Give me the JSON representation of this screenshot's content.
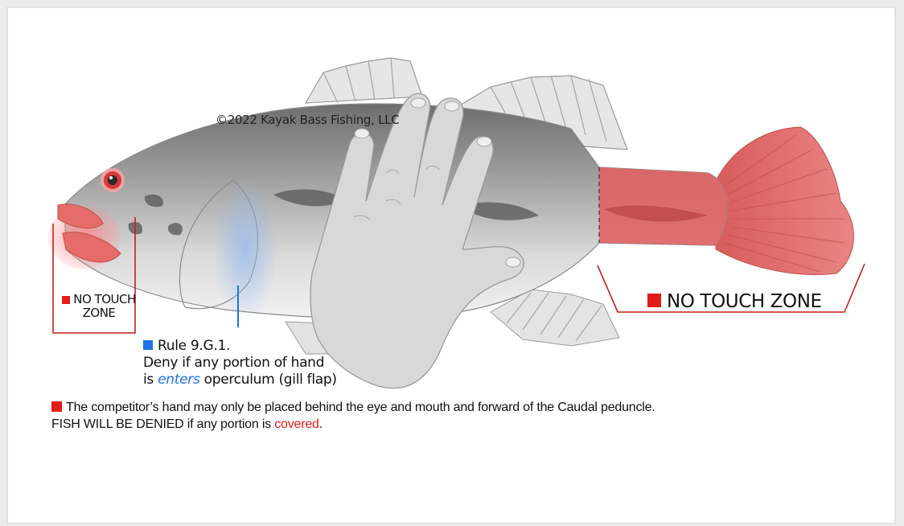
{
  "watermark": "©2022 Kayak Bass Fishing, LLC",
  "head_zone": {
    "line1": "NO TOUCH",
    "line2": "ZONE"
  },
  "tail_zone": {
    "label": "NO TOUCH ZONE"
  },
  "rule": {
    "title": "Rule 9.G.1.",
    "line1": "Deny if any portion of hand",
    "line2_prefix": "is ",
    "line2_emphasis": "enters",
    "line2_suffix": " operculum (gill flap)"
  },
  "note": {
    "line1": "The competitor’s hand may only be placed behind the eye and mouth and forward of the Caudal peduncle.",
    "line2_prefix": "FISH WILL BE DENIED if any portion is ",
    "line2_emphasis": "covered",
    "line2_suffix": "."
  },
  "colors": {
    "no_touch_red": "#e41b17",
    "zone_fill": "#e07070",
    "rule_blue": "#1e73e8",
    "fish_gray": "#a4a4a4",
    "hand": "#d6d6d6"
  }
}
